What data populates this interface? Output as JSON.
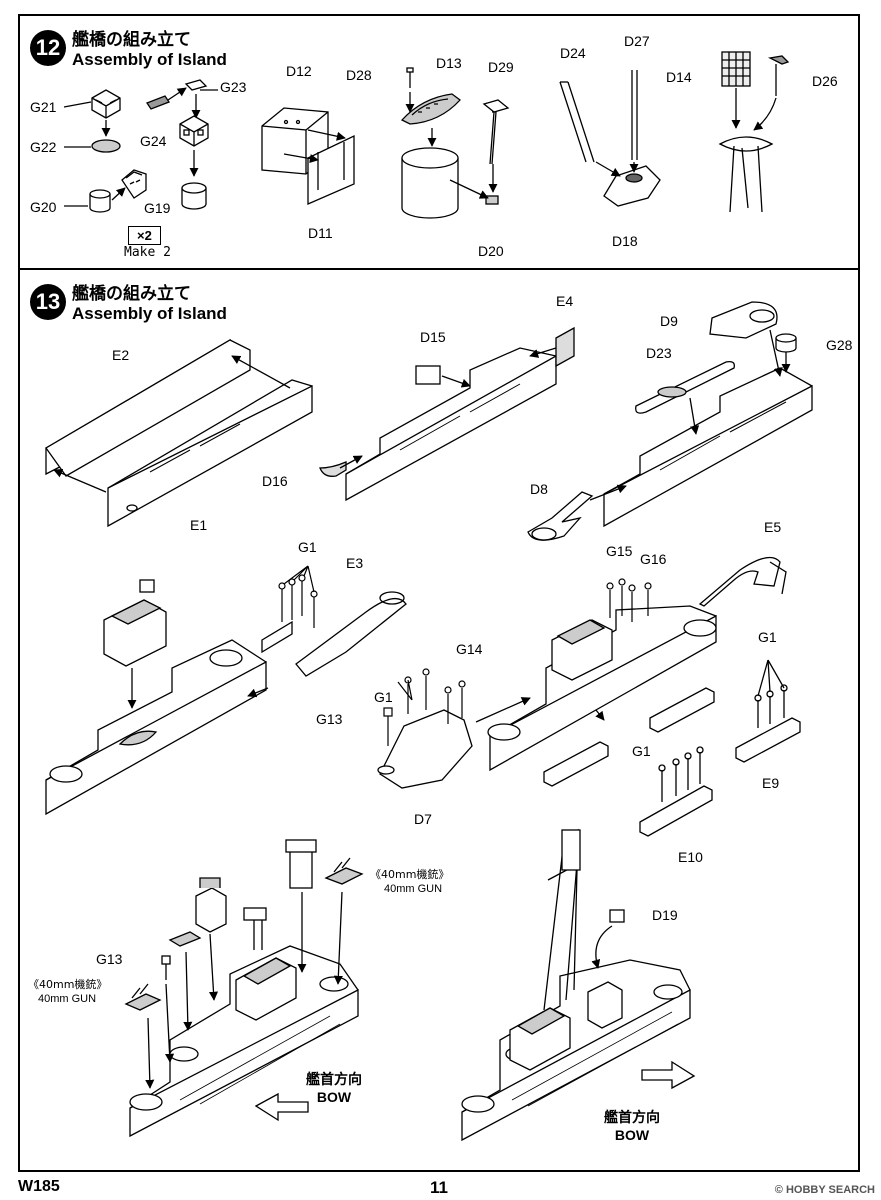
{
  "step12": {
    "number": "12",
    "title_jp": "艦橋の組み立て",
    "title_en": "Assembly of Island",
    "multiplier": "×2",
    "make_note": "Make 2",
    "labels": {
      "G21": "G21",
      "G22": "G22",
      "G20": "G20",
      "G24": "G24",
      "G23": "G23",
      "G19": "G19",
      "D12": "D12",
      "D11": "D11",
      "D28": "D28",
      "D13": "D13",
      "D29": "D29",
      "D20": "D20",
      "D24": "D24",
      "D27": "D27",
      "D18": "D18",
      "D14": "D14",
      "D26": "D26"
    }
  },
  "step13": {
    "number": "13",
    "title_jp": "艦橋の組み立て",
    "title_en": "Assembly of Island",
    "labels": {
      "E2": "E2",
      "E1": "E1",
      "D15": "D15",
      "E4": "E4",
      "D16": "D16",
      "D9": "D9",
      "D23": "D23",
      "G28": "G28",
      "D8": "D8",
      "G1a": "G1",
      "E3": "E3",
      "G15": "G15",
      "G16": "G16",
      "E5": "E5",
      "G14": "G14",
      "G1b": "G1",
      "G13a": "G13",
      "D7": "D7",
      "G1c": "G1",
      "E9": "E9",
      "G1d": "G1",
      "E10": "E10",
      "G13b": "G13",
      "D19": "D19"
    },
    "gun_note_jp": "《40mm機銃》",
    "gun_note_en": "40mm GUN",
    "bow_jp": "艦首方向",
    "bow_en": "BOW"
  },
  "footer": {
    "code": "W185",
    "page": "11",
    "watermark": "© HOBBY SEARCH"
  }
}
